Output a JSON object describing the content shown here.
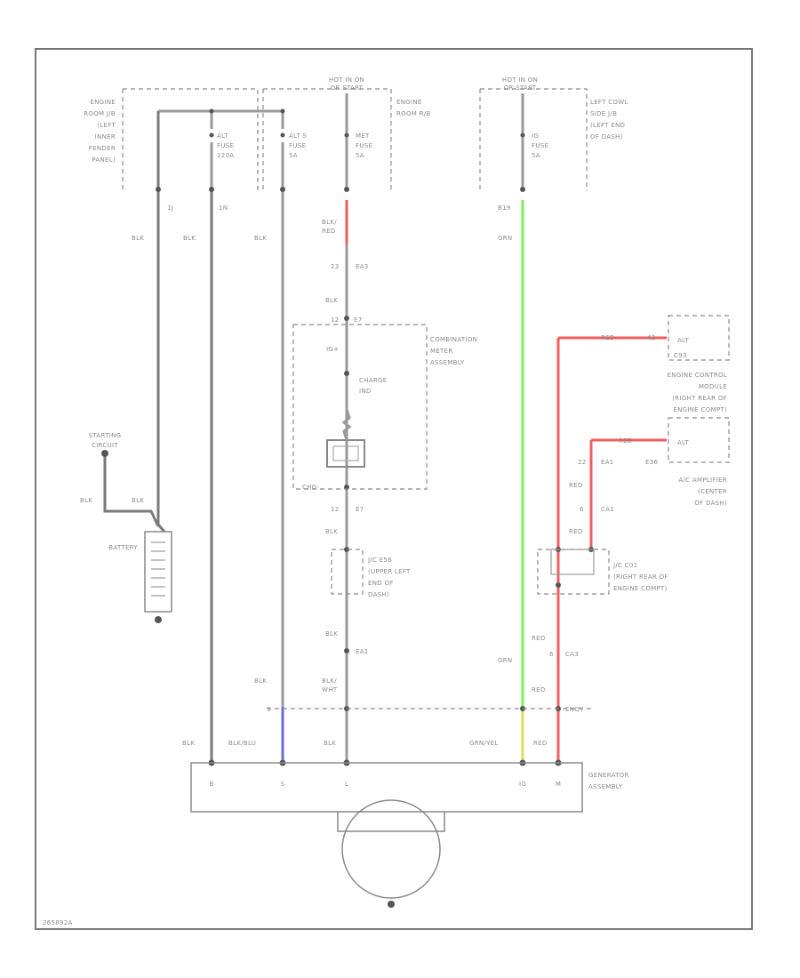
{
  "fuses": {
    "hot_label_1": "HOT IN ON",
    "hot_label_1b": "OR START",
    "hot_label_2": "HOT IN ON",
    "hot_label_2b": "OR START",
    "engine_room_left": [
      "ENGINE",
      "ROOM J/B",
      "(LEFT",
      "INNER",
      "FENDER",
      "PANEL)"
    ],
    "engine_room_rb": [
      "ENGINE",
      "ROOM R/B"
    ],
    "left_cowl": [
      "LEFT COWL",
      "SIDE J/B",
      "(LEFT END",
      "OF DASH)"
    ],
    "alt_fuse": [
      "ALT",
      "FUSE",
      "120A"
    ],
    "alts_fuse": [
      "ALT S",
      "FUSE",
      "5A"
    ],
    "met_fuse": [
      "MET",
      "FUSE",
      "5A"
    ],
    "ig_fuse": [
      "IG",
      "FUSE",
      "5A"
    ]
  },
  "wires": {
    "blk_1": "BLK",
    "blk_2": "BLK",
    "blk_3": "BLK",
    "blk_red": [
      "BLK/",
      "RED"
    ],
    "grn": "GRN",
    "blk_a": "BLK",
    "blk_b": "BLK",
    "blk_c": "BLK",
    "blk_d": "BLK",
    "blk_e": "BLK",
    "blk_wht": [
      "BLK/",
      "WHT"
    ],
    "blk_blu": "BLK/BLU",
    "grn_yel": "GRN/YEL",
    "red_1": "RED",
    "red_2": "RED",
    "red_3": "RED",
    "red_4": "RED",
    "red_5": "RED",
    "red_6": "RED",
    "grn_2": "GRN",
    "blk_sc": "BLK",
    "blk_sc2": "BLK"
  },
  "connectors": {
    "c1": "1J",
    "c2": "1N",
    "c3": "23",
    "c3b": "EA3",
    "c4": "12",
    "c4b": "E7",
    "c5": "IG+",
    "c6": "CHG-",
    "c7": "12",
    "c7b": "E7",
    "c8": "B19",
    "c9": "42",
    "c9b": "C93",
    "c10": "E36",
    "c11": "22",
    "c11b": "EA1",
    "c12": "6",
    "c12b": "CA1",
    "c13": "EA1",
    "c14": "6",
    "c14b": "CA3",
    "c15": "3",
    "c15b": "ENQY"
  },
  "components": {
    "combination_meter": [
      "COMBINATION",
      "METER",
      "ASSEMBLY"
    ],
    "charge_ind": [
      "CHARGE",
      "IND"
    ],
    "starting_circuit": [
      "STARTING",
      "CIRCUIT"
    ],
    "battery": "BATTERY",
    "jc_e56": [
      "J/C E56",
      "(UPPER LEFT",
      "END OF",
      "DASH)"
    ],
    "jc_c01": [
      "J/C C01",
      "(RIGHT REAR OF",
      "ENGINE COMPT)"
    ],
    "ecm": [
      "ENGINE CONTROL",
      "MODULE",
      "(RIGHT REAR OF",
      "ENGINE COMPT)"
    ],
    "ac_amp": [
      "A/C AMPLIFIER",
      "(CENTER",
      "OF DASH)"
    ],
    "alt_1": "ALT",
    "alt_2": "ALT",
    "generator": [
      "GENERATOR",
      "ASSEMBLY"
    ],
    "gen_b": "B",
    "gen_s": "S",
    "gen_l": "L",
    "gen_ig": "IG",
    "gen_m": "M",
    "code": "265892A"
  },
  "colors": {
    "gray": "#9a9a9a",
    "green": "#7cf05a",
    "red": "#f25c5c",
    "yellow": "#dede5a",
    "blue": "#6a6ae0"
  }
}
